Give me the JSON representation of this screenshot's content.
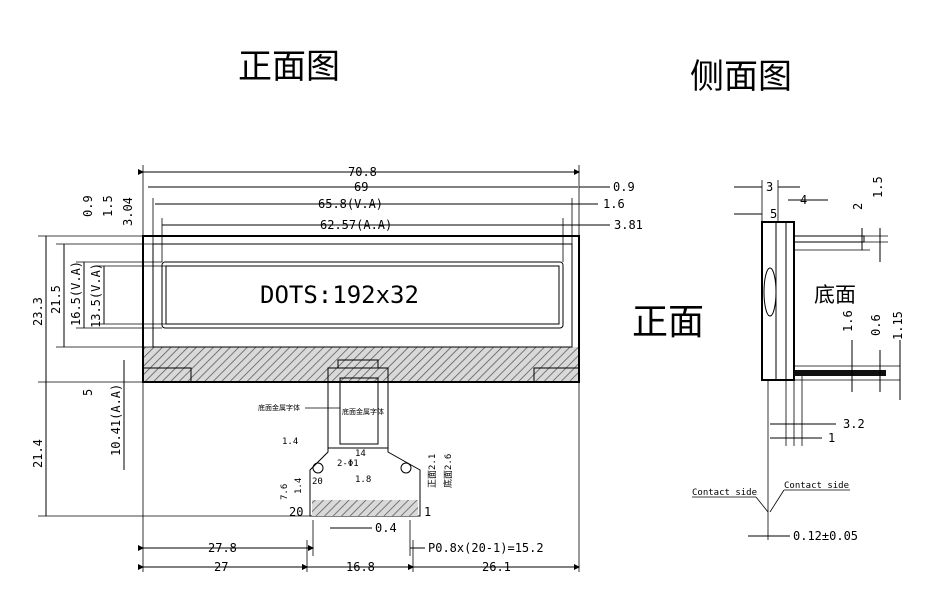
{
  "titles": {
    "front_view": "正面图",
    "side_view": "侧面图",
    "front_label": "正面",
    "bottom_label": "底面"
  },
  "display_text": "DOTS:192x32",
  "front_dims": {
    "total_width": "70.8",
    "width_69": "69",
    "va_width": "65.8(V.A)",
    "aa_width": "62.57(A.A)",
    "right_09": "0.9",
    "right_16": "1.6",
    "right_381": "3.81",
    "left_09": "0.9",
    "left_15": "1.5",
    "left_304": "3.04",
    "height_233": "23.3",
    "height_215": "21.5",
    "va_height": "16.5(V.A)",
    "aa_height": "13.5(V.A)",
    "left_5": "5",
    "aa_1041": "10.41(A.A)",
    "total_214": "21.4"
  },
  "fpc": {
    "metal_label": "底面金属字体",
    "metal_inner": "底面金属字体",
    "pin_14": "14",
    "pin_1": "1",
    "pin_20": "20",
    "dim_14a": "1.4",
    "dim_14b": "1.4",
    "dim_76": "7.6",
    "dim_phi1": "2-Φ1",
    "dim_r08": "1.8",
    "dim_r20": "20",
    "front_21": "正面2.1",
    "bottom_26": "底面2.6",
    "pitch_04": "0.4",
    "pitch_formula": "P0.8x(20-1)=15.2"
  },
  "bottom_dims": {
    "d278": "27.8",
    "d27": "27",
    "d168": "16.8",
    "d261": "26.1"
  },
  "side_dims": {
    "s3": "3",
    "s4": "4",
    "s5": "5",
    "s2": "2",
    "s15": "1.5",
    "s16": "1.6",
    "s06": "0.6",
    "s115": "1.15",
    "s32": "3.2",
    "s1": "1",
    "contact_left": "Contact side",
    "contact_right": "Contact side",
    "tolerance": "0.12±0.05"
  }
}
